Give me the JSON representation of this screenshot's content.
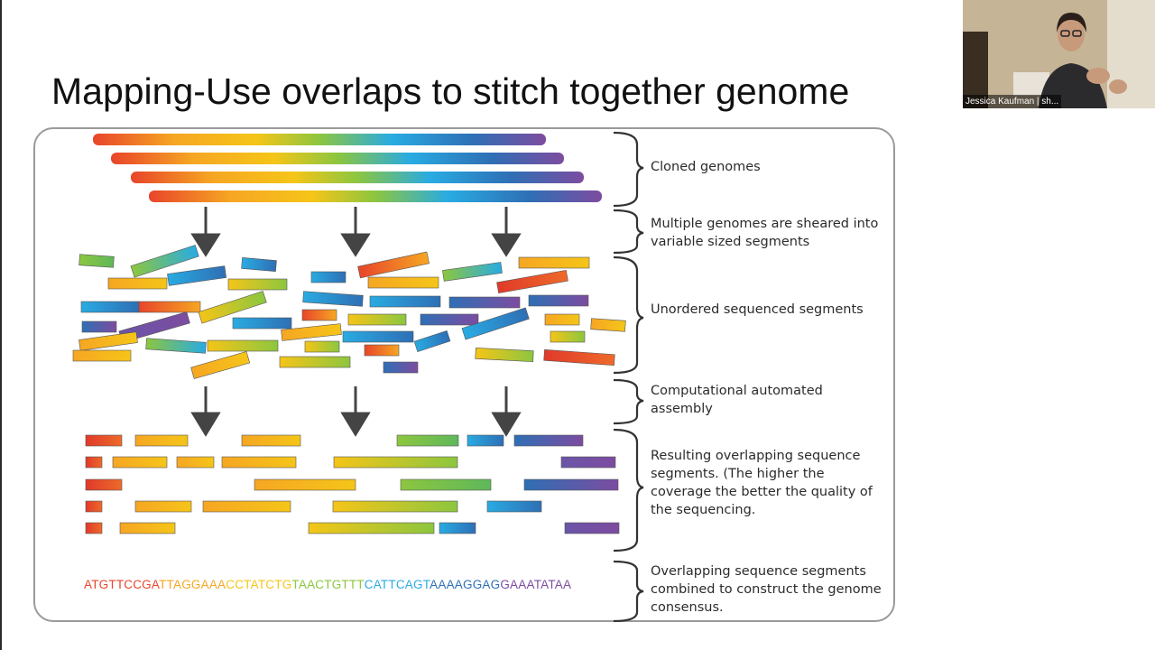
{
  "slide": {
    "title": "Mapping-Use overlaps to stitch together genome"
  },
  "figure": {
    "steps": [
      {
        "label": "Cloned genomes"
      },
      {
        "label": "Multiple genomes are sheared into variable sized segments"
      },
      {
        "label": "Unordered sequenced segments"
      },
      {
        "label": "Computational automated assembly"
      },
      {
        "label": "Resulting overlapping sequence segments. (The higher the coverage the better the quality of the sequencing."
      },
      {
        "label": "Overlapping sequence segments combined to construct the genome consensus."
      }
    ],
    "consensus_sequence": "ATGTTCCGATTAGGAAACCTATCTGTAACTGTTTCATTCAGTAAAAGGAGGAAATATAA"
  },
  "video": {
    "participant_name": "Jessica Kaufman | sh..."
  },
  "colors": {
    "spectrum": [
      "#e8452a",
      "#f6a623",
      "#f5c518",
      "#8cc63f",
      "#29abe2",
      "#2e6fb5",
      "#7d4ca0"
    ]
  }
}
